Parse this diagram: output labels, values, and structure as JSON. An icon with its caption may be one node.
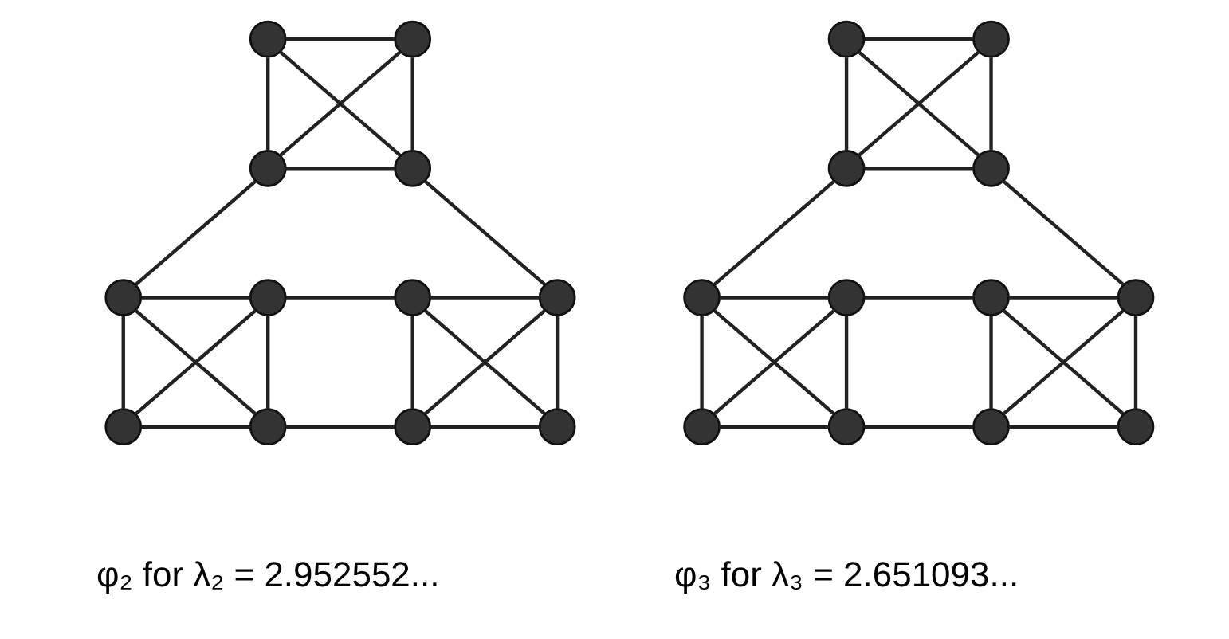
{
  "diagram": {
    "nodes": [
      {
        "text": [],
        "shape": "circle"
      },
      {
        "text": [],
        "shape": "circle"
      },
      {
        "text": [],
        "shape": "circle"
      },
      {
        "text": [],
        "shape": "circle"
      },
      {
        "text": [],
        "shape": "circle"
      },
      {
        "text": [],
        "shape": "circle"
      },
      {
        "text": [],
        "shape": "circle"
      },
      {
        "text": [],
        "shape": "circle"
      },
      {
        "text": [],
        "shape": "circle"
      },
      {
        "text": [],
        "shape": "circle"
      },
      {
        "text": [],
        "shape": "circle"
      },
      {
        "text": [],
        "shape": "circle"
      },
      {
        "text": [],
        "shape": "circle"
      },
      {
        "text": [],
        "shape": "circle"
      },
      {
        "text": [],
        "shape": "circle"
      },
      {
        "text": [],
        "shape": "circle"
      },
      {
        "text": [],
        "shape": "circle"
      },
      {
        "text": [],
        "shape": "circle"
      },
      {
        "text": [],
        "shape": "circle"
      },
      {
        "text": [],
        "shape": "circle"
      },
      {
        "text": [],
        "shape": "circle"
      },
      {
        "text": [],
        "shape": "circle"
      },
      {
        "text": [],
        "shape": "circle"
      },
      {
        "text": [],
        "shape": "circle"
      }
    ],
    "edges": [
      {
        "from": 0,
        "to": 1,
        "arrow": "none"
      },
      {
        "from": 0,
        "to": 2,
        "arrow": "none"
      },
      {
        "from": 1,
        "to": 3,
        "arrow": "none"
      },
      {
        "from": 2,
        "to": 3,
        "arrow": "none"
      },
      {
        "from": 0,
        "to": 3,
        "arrow": "none"
      },
      {
        "from": 1,
        "to": 2,
        "arrow": "none"
      },
      {
        "from": 2,
        "to": 4,
        "arrow": "none"
      },
      {
        "from": 3,
        "to": 7,
        "arrow": "none"
      },
      {
        "from": 4,
        "to": 5,
        "arrow": "none"
      },
      {
        "from": 4,
        "to": 8,
        "arrow": "none"
      },
      {
        "from": 5,
        "to": 9,
        "arrow": "none"
      },
      {
        "from": 8,
        "to": 9,
        "arrow": "none"
      },
      {
        "from": 4,
        "to": 9,
        "arrow": "none"
      },
      {
        "from": 5,
        "to": 8,
        "arrow": "none"
      },
      {
        "from": 5,
        "to": 6,
        "arrow": "none"
      },
      {
        "from": 9,
        "to": 10,
        "arrow": "none"
      },
      {
        "from": 6,
        "to": 7,
        "arrow": "none"
      },
      {
        "from": 6,
        "to": 10,
        "arrow": "none"
      },
      {
        "from": 7,
        "to": 11,
        "arrow": "none"
      },
      {
        "from": 10,
        "to": 11,
        "arrow": "none"
      },
      {
        "from": 6,
        "to": 11,
        "arrow": "none"
      },
      {
        "from": 7,
        "to": 10,
        "arrow": "none"
      },
      {
        "from": 12,
        "to": 13,
        "arrow": "none"
      },
      {
        "from": 12,
        "to": 14,
        "arrow": "none"
      },
      {
        "from": 13,
        "to": 15,
        "arrow": "none"
      },
      {
        "from": 14,
        "to": 15,
        "arrow": "none"
      },
      {
        "from": 12,
        "to": 15,
        "arrow": "none"
      },
      {
        "from": 13,
        "to": 14,
        "arrow": "none"
      },
      {
        "from": 14,
        "to": 16,
        "arrow": "none"
      },
      {
        "from": 15,
        "to": 19,
        "arrow": "none"
      },
      {
        "from": 16,
        "to": 17,
        "arrow": "none"
      },
      {
        "from": 16,
        "to": 20,
        "arrow": "none"
      },
      {
        "from": 17,
        "to": 21,
        "arrow": "none"
      },
      {
        "from": 20,
        "to": 21,
        "arrow": "none"
      },
      {
        "from": 16,
        "to": 21,
        "arrow": "none"
      },
      {
        "from": 17,
        "to": 20,
        "arrow": "none"
      },
      {
        "from": 17,
        "to": 18,
        "arrow": "none"
      },
      {
        "from": 21,
        "to": 22,
        "arrow": "none"
      },
      {
        "from": 18,
        "to": 19,
        "arrow": "none"
      },
      {
        "from": 18,
        "to": 22,
        "arrow": "none"
      },
      {
        "from": 19,
        "to": 23,
        "arrow": "none"
      },
      {
        "from": 22,
        "to": 23,
        "arrow": "none"
      },
      {
        "from": 18,
        "to": 23,
        "arrow": "none"
      },
      {
        "from": 19,
        "to": 22,
        "arrow": "none"
      }
    ],
    "labels": [
      "φ₂ for λ₂ = 2.952552...",
      "φ₃ for λ₃ = 2.651093..."
    ]
  }
}
